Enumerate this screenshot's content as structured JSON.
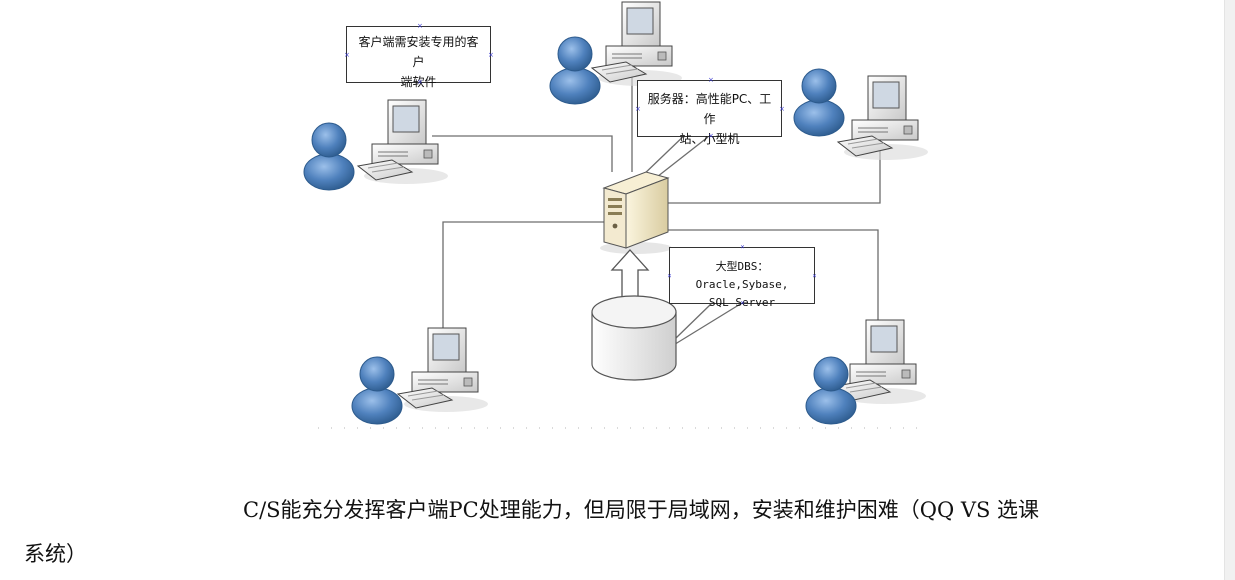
{
  "diagram": {
    "client_note": {
      "line1": "客户端需安装专用的客户",
      "line2": "端软件"
    },
    "server_note": {
      "line1": "服务器：高性能PC、工作",
      "line2": "站、小型机"
    },
    "db_note": {
      "line1": "大型DBS：Oracle,Sybase,",
      "line2": "SQL Server"
    },
    "clients": [
      "top-left",
      "top-center",
      "top-right",
      "bottom-left",
      "bottom-right"
    ],
    "icons": [
      "user-icon",
      "computer-icon",
      "server-icon",
      "database-icon",
      "double-arrow-icon"
    ],
    "colors": {
      "user": "#4f81bd",
      "user_dark": "#2c5a8c",
      "server": "#efe6c8",
      "line": "#6d6d6d"
    }
  },
  "text": {
    "paragraph_line1": "C/S能充分发挥客户端PC处理能力，但局限于局域网，安装和维护困难（QQ  VS 选课",
    "paragraph_line2": "系统）"
  }
}
